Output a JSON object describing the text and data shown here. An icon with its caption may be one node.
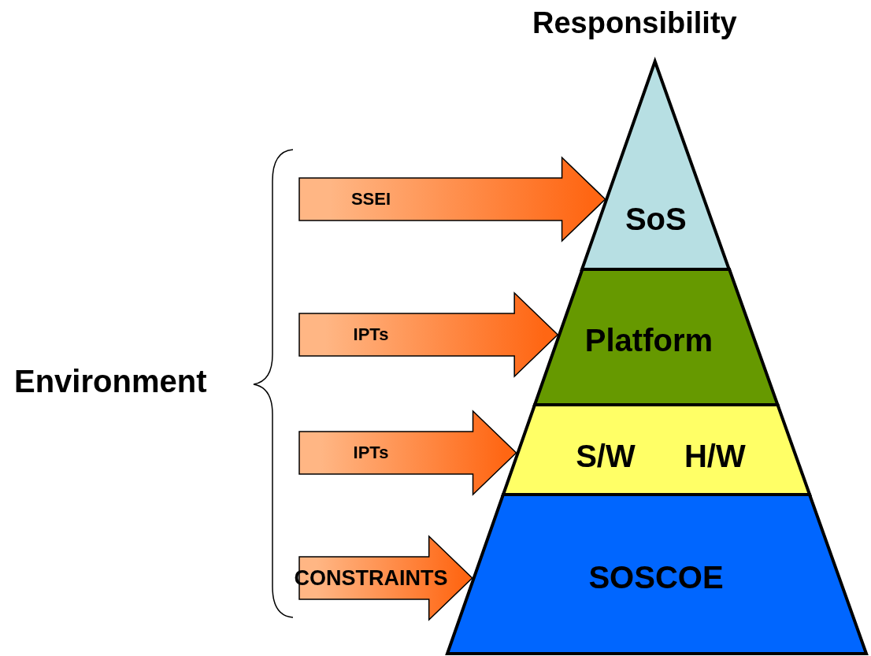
{
  "diagram": {
    "nodes": [
      {
        "text": [
          "SoS"
        ]
      },
      {
        "text": [
          "Platform"
        ]
      },
      {
        "text": [
          "S/W",
          "H/W"
        ]
      },
      {
        "text": [
          "SOSCOE"
        ]
      }
    ],
    "edges": [
      {
        "from": null,
        "to": 0,
        "arrow": "to",
        "label": "SSEI"
      },
      {
        "from": null,
        "to": 1,
        "arrow": "to",
        "label": "IPTs"
      },
      {
        "from": null,
        "to": 2,
        "arrow": "to",
        "label": "IPTs"
      },
      {
        "from": null,
        "to": 3,
        "arrow": "to",
        "label": "CONSTRAINTS"
      }
    ],
    "labels": [
      "Responsibility",
      "Environment"
    ]
  }
}
